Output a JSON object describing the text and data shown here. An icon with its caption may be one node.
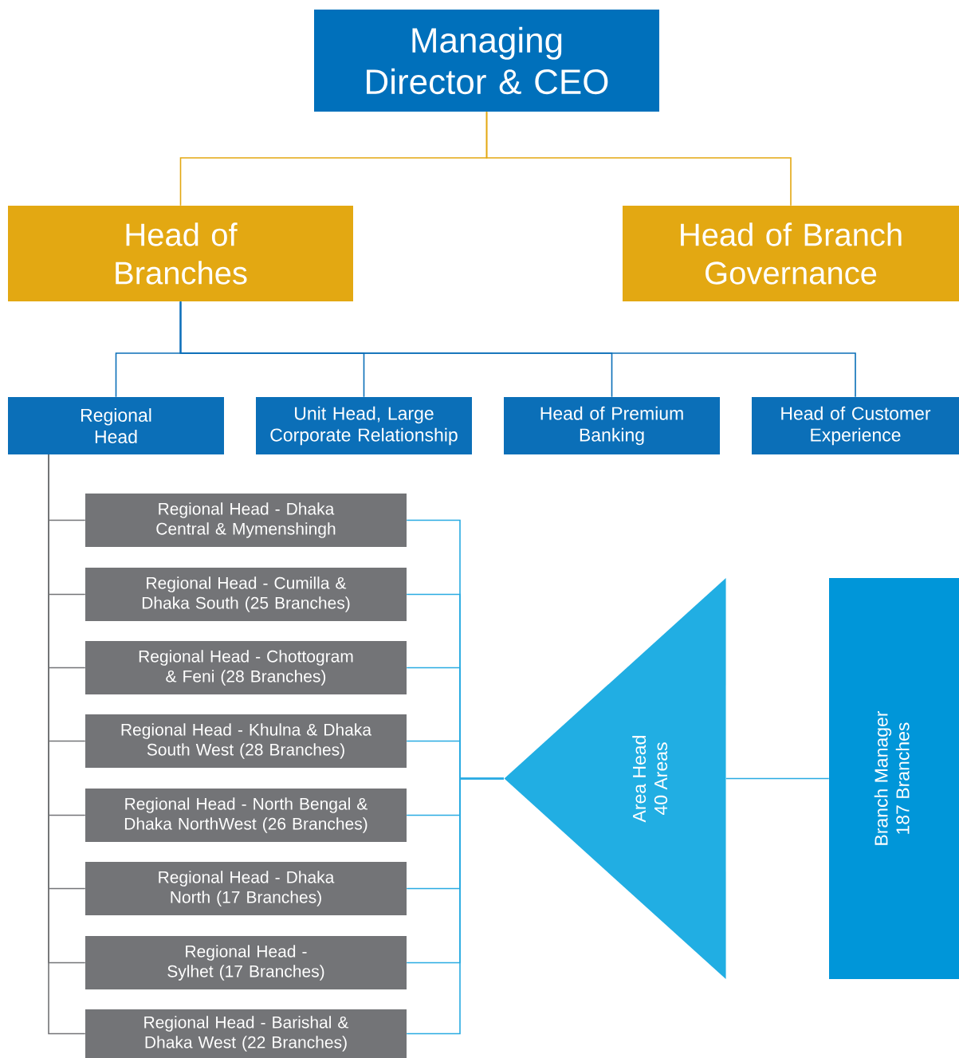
{
  "diagram": {
    "nodes": [
      {
        "text": [
          "Managing Director & CEO"
        ]
      },
      {
        "text": [
          "Head of Branches"
        ]
      },
      {
        "text": [
          "Head of Branch Governance"
        ]
      },
      {
        "text": [
          "Regional Head"
        ]
      },
      {
        "text": [
          "Unit Head, Large Corporate Relationship"
        ]
      },
      {
        "text": [
          "Head of Premium Banking"
        ]
      },
      {
        "text": [
          "Head of Customer Experience"
        ]
      },
      {
        "text": [
          "Regional Head - Dhaka Central & Mymenshingh"
        ]
      },
      {
        "text": [
          "Regional Head - Cumilla & Dhaka South (25 Branches)"
        ]
      },
      {
        "text": [
          "Regional Head - Chottogram & Feni (28 Branches)"
        ]
      },
      {
        "text": [
          "Regional Head - Khulna & Dhaka South West (28 Branches)"
        ]
      },
      {
        "text": [
          "Regional Head - North Bengal & Dhaka NorthWest (26 Branches)"
        ]
      },
      {
        "text": [
          "Regional Head - Dhaka North (17 Branches)"
        ]
      },
      {
        "text": [
          "Regional Head - Sylhet (17 Branches)"
        ]
      },
      {
        "text": [
          "Regional Head - Barishal & Dhaka West  (22 Branches)"
        ]
      },
      {
        "text": [
          "Area Head",
          "40 Areas"
        ]
      },
      {
        "text": [
          "Branch Manager",
          "187 Branches"
        ]
      }
    ],
    "edges": [
      {
        "from": 0,
        "to": 1,
        "arrow": "none",
        "color": "#e3a812"
      },
      {
        "from": 0,
        "to": 2,
        "arrow": "none",
        "color": "#e3a812"
      },
      {
        "from": 1,
        "to": 3,
        "arrow": "none",
        "color": "#0b6fb8"
      },
      {
        "from": 1,
        "to": 4,
        "arrow": "none",
        "color": "#0b6fb8"
      },
      {
        "from": 1,
        "to": 5,
        "arrow": "none",
        "color": "#0b6fb8"
      },
      {
        "from": 1,
        "to": 6,
        "arrow": "none",
        "color": "#0b6fb8"
      },
      {
        "from": 3,
        "to": 7,
        "arrow": "none",
        "color": "#737477"
      },
      {
        "from": 3,
        "to": 8,
        "arrow": "none",
        "color": "#737477"
      },
      {
        "from": 3,
        "to": 9,
        "arrow": "none",
        "color": "#737477"
      },
      {
        "from": 3,
        "to": 10,
        "arrow": "none",
        "color": "#737477"
      },
      {
        "from": 3,
        "to": 11,
        "arrow": "none",
        "color": "#737477"
      },
      {
        "from": 3,
        "to": 12,
        "arrow": "none",
        "color": "#737477"
      },
      {
        "from": 3,
        "to": 13,
        "arrow": "none",
        "color": "#737477"
      },
      {
        "from": 3,
        "to": 14,
        "arrow": "none",
        "color": "#737477"
      },
      {
        "from": 7,
        "to": 15,
        "arrow": "none"
      },
      {
        "from": 8,
        "to": 15,
        "arrow": "none"
      },
      {
        "from": 9,
        "to": 15,
        "arrow": "none"
      },
      {
        "from": 10,
        "to": 15,
        "arrow": "none"
      },
      {
        "from": 11,
        "to": 15,
        "arrow": "none"
      },
      {
        "from": 12,
        "to": 15,
        "arrow": "none"
      },
      {
        "from": 13,
        "to": 15,
        "arrow": "none"
      },
      {
        "from": 14,
        "to": 15,
        "arrow": "none"
      },
      {
        "from": 15,
        "to": 16,
        "arrow": "none"
      }
    ]
  }
}
